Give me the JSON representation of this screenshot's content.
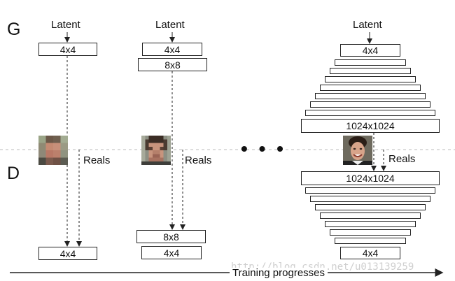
{
  "labels": {
    "G": "G",
    "D": "D",
    "latent": "Latent",
    "reals": "Reals",
    "ellipsis": "• • •",
    "training": "Training progresses",
    "watermark": "http://blog.csdn.net/u013139259"
  },
  "col1": {
    "g": "4x4",
    "d": "4x4"
  },
  "col2": {
    "g": [
      "4x4",
      "8x8"
    ],
    "d": [
      "8x8",
      "4x4"
    ]
  },
  "col3": {
    "g_top": "4x4",
    "g_bottom": "1024x1024",
    "d_top": "1024x1024",
    "d_bottom": "4x4"
  }
}
